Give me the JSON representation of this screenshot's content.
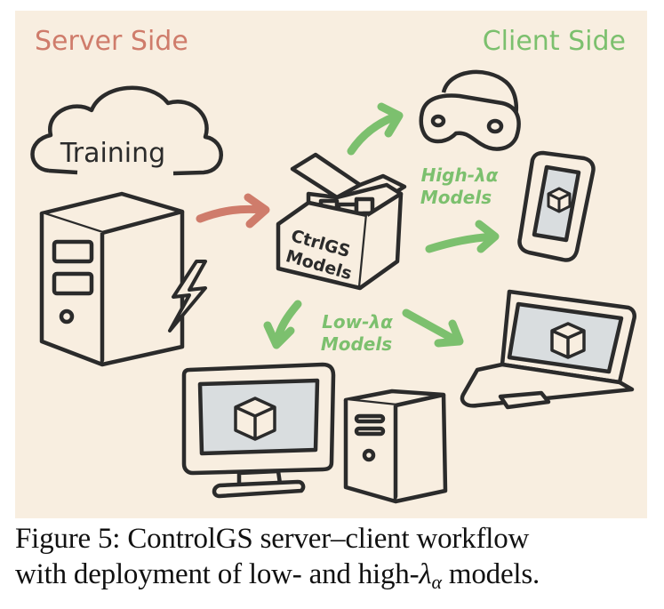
{
  "figure": {
    "server_side_label": "Server Side",
    "client_side_label": "Client Side",
    "training_label": "Training",
    "box_label_line1": "CtrlGS",
    "box_label_line2": "Models",
    "high_models_line1": "High-λα",
    "high_models_line2": "Models",
    "low_models_line1": "Low-λα",
    "low_models_line2": "Models",
    "colors": {
      "background": "#f8eee0",
      "server_accent": "#cf7c6b",
      "client_accent": "#7cc06e",
      "ink": "#2b2b2b",
      "screen_fill": "#d9dddf"
    },
    "icons": {
      "cloud": "cloud-icon",
      "server": "server-tower-icon",
      "lightning": "lightning-bolt-icon",
      "box": "open-box-icon",
      "vr": "vr-headset-icon",
      "phone": "smartphone-icon",
      "laptop": "laptop-icon",
      "desktop": "desktop-monitor-icon",
      "pc_tower": "pc-tower-icon"
    }
  },
  "caption": {
    "line1": "Figure 5: ControlGS server–client workflow",
    "line2_prefix": "with deployment of low- and high-",
    "line2_lambda": "λ",
    "line2_sub": "α",
    "line2_suffix": " models."
  }
}
